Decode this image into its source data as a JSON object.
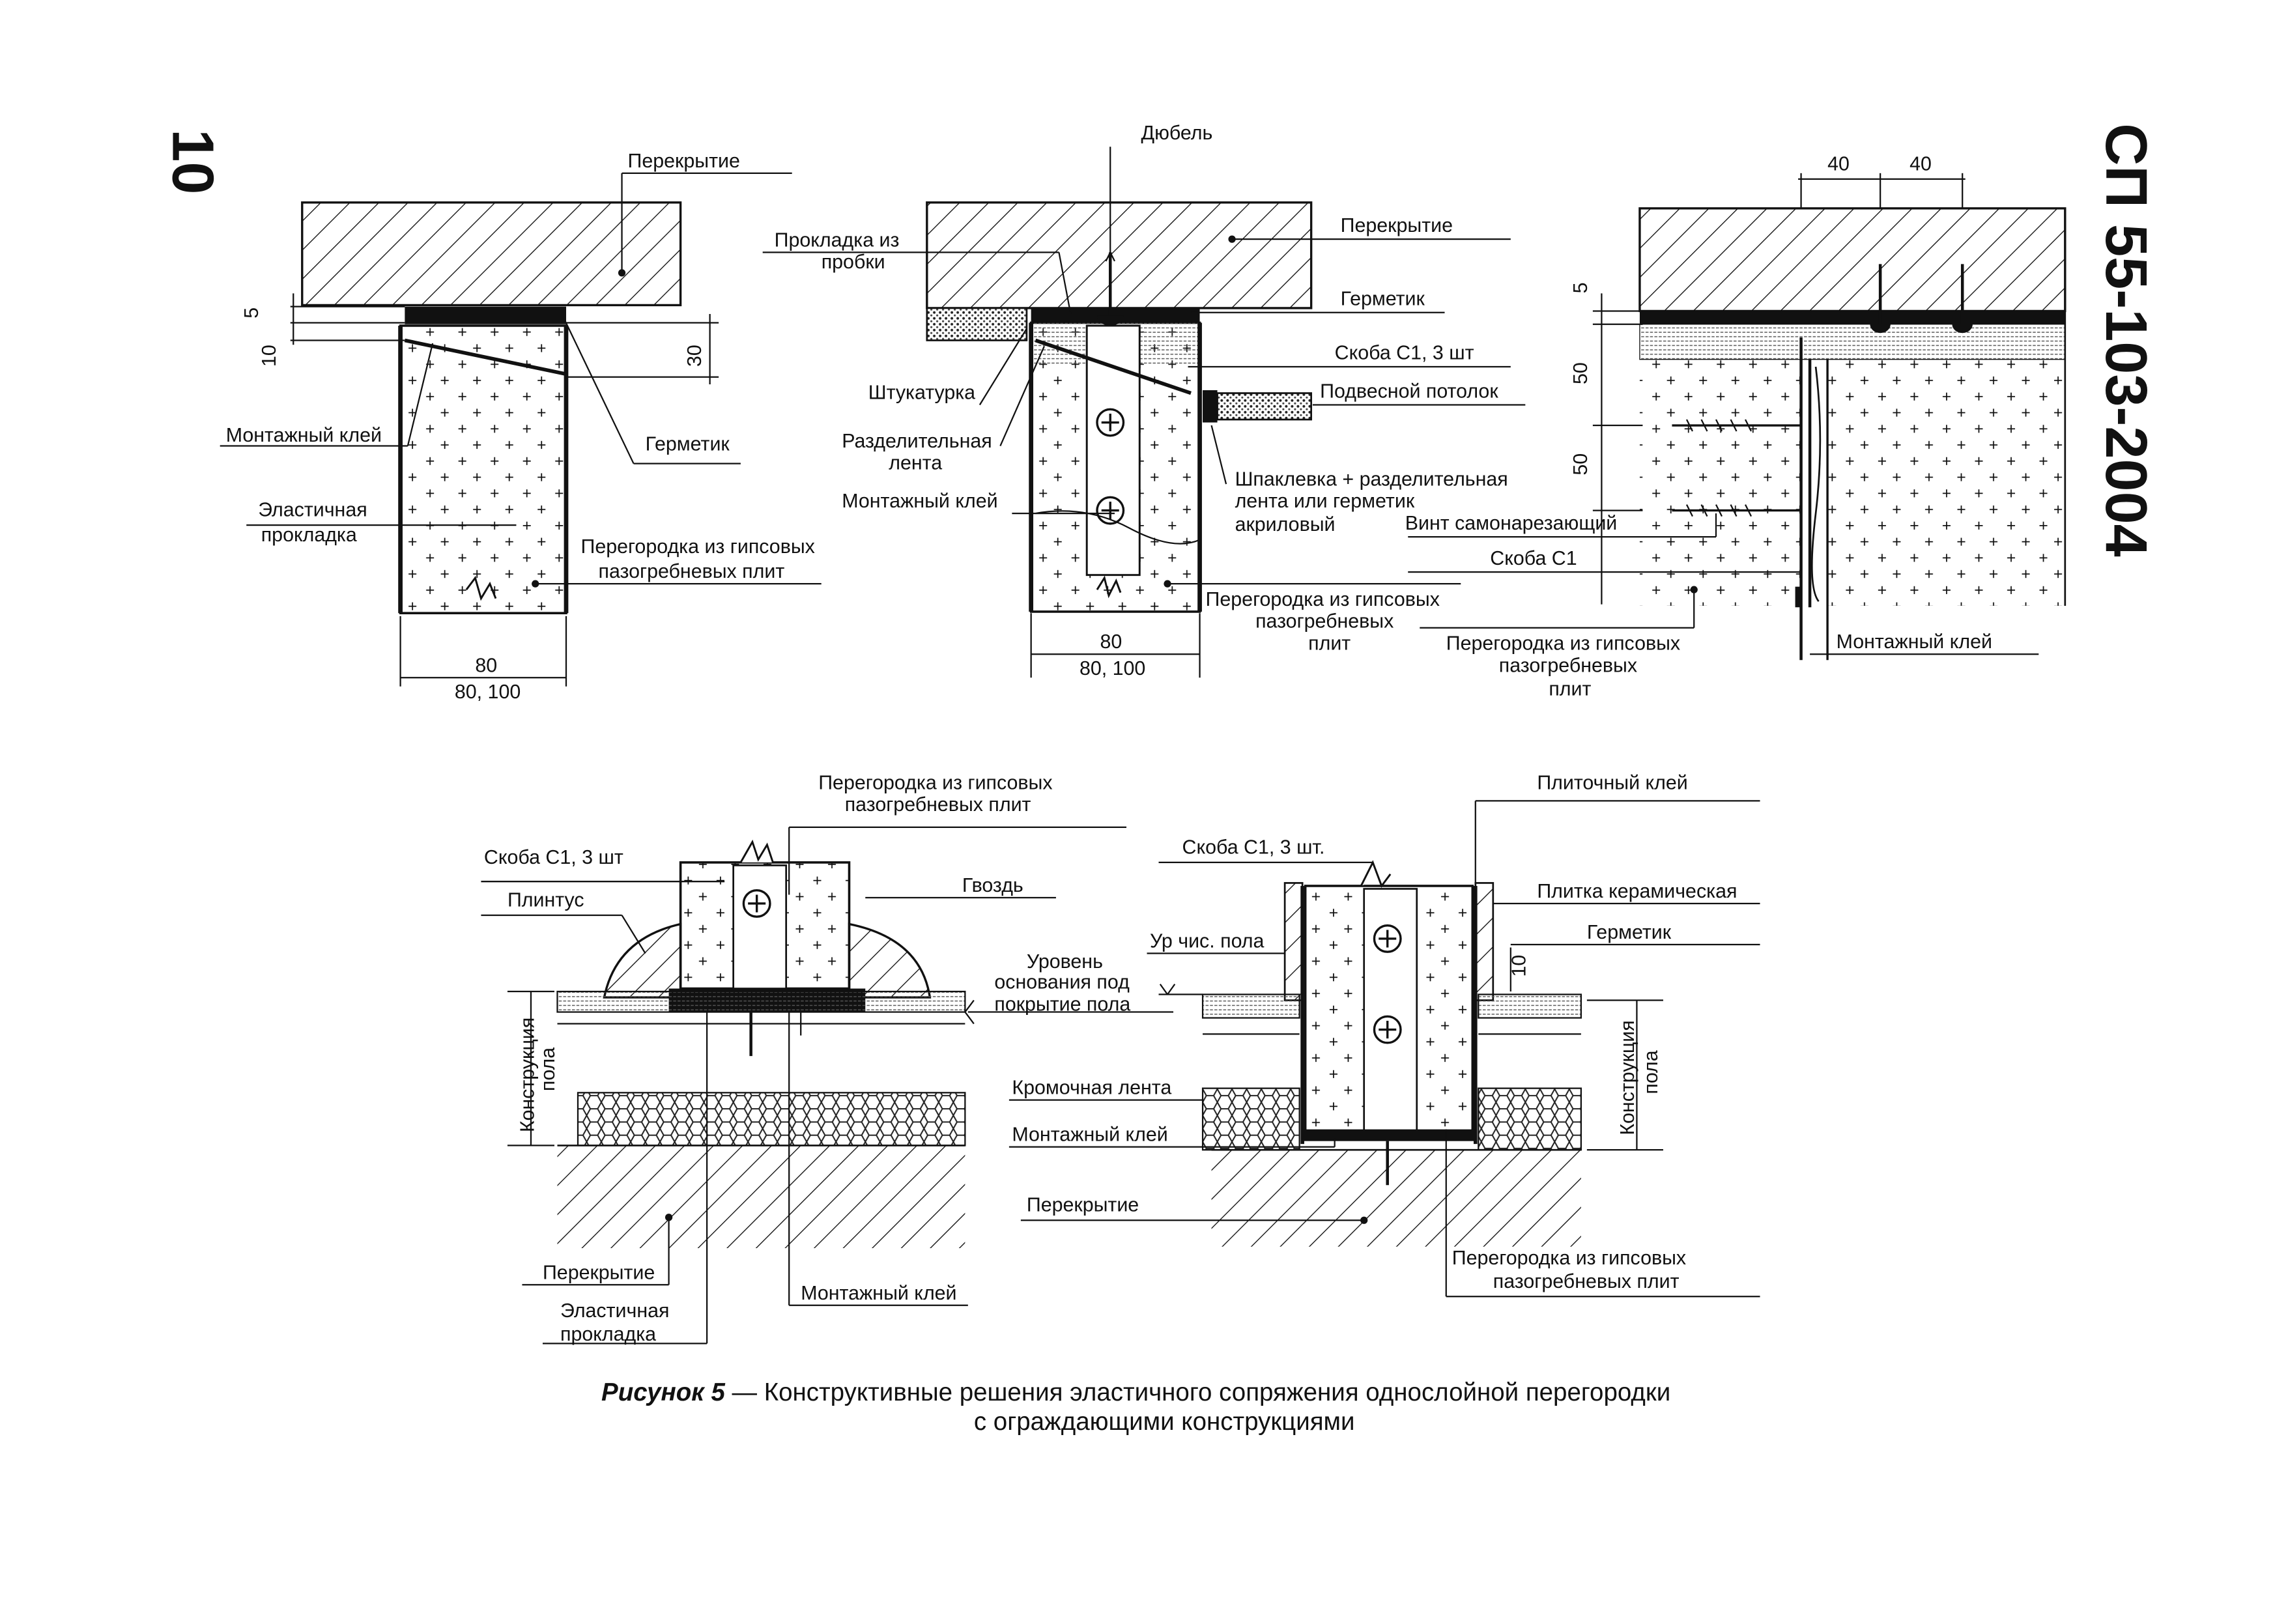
{
  "page": {
    "number": "10",
    "doc_code": "СП 55-103-2004"
  },
  "caption": {
    "prefix": "Рисунок 5",
    "line1": " — Конструктивные решения эластичного сопряжения однослойной перегородки",
    "line2": "с ограждающими конструкциями"
  },
  "diagram1": {
    "perekrytie": "Перекрытие",
    "montazh_klei": "Монтажный клей",
    "germetik": "Герметик",
    "elast_l1": "Эластичная",
    "elast_l2": "прокладка",
    "peregorodka_l1": "Перегородка из гипсовых",
    "peregorodka_l2": "пазогребневых плит",
    "dim_5": "5",
    "dim_10": "10",
    "dim_30": "30",
    "dim_80": "80",
    "dim_80_100": "80, 100"
  },
  "diagram2": {
    "dubel": "Дюбель",
    "prokladka_l1": "Прокладка из",
    "prokladka_l2": "пробки",
    "perekrytie": "Перекрытие",
    "germetik": "Герметик",
    "skoba": "Скоба С1, 3 шт",
    "podvesnoi": "Подвесной потолок",
    "shtukaturka": "Штукатурка",
    "razdel_l1": "Разделительная",
    "razdel_l2": "лента",
    "montazh_klei": "Монтажный клей",
    "shpaklevka_l1": "Шпаклевка + разделительная",
    "shpaklevka_l2": "лента или герметик",
    "shpaklevka_l3": "акриловый",
    "peregorodka_l1": "Перегородка из гипсовых",
    "peregorodka_l2": "пазогребневых",
    "peregorodka_l3": "плит",
    "dim_80": "80",
    "dim_80_100": "80, 100"
  },
  "diagram3": {
    "dim_40a": "40",
    "dim_40b": "40",
    "dim_5": "5",
    "dim_50a": "50",
    "dim_50b": "50",
    "vint": "Винт самонарезающий",
    "skoba": "Скоба С1",
    "peregorodka_l1": "Перегородка из гипсовых",
    "peregorodka_l2": "пазогребневых",
    "peregorodka_l3": "плит",
    "montazh_klei": "Монтажный клей"
  },
  "diagram4": {
    "peregorodka_l1": "Перегородка из гипсовых",
    "peregorodka_l2": "пазогребневых плит",
    "skoba": "Скоба С1, 3 шт",
    "plintus": "Плинтус",
    "gvozd": "Гвоздь",
    "uroven_l1": "Уровень",
    "uroven_l2": "основания под",
    "uroven_l3": "покрытие пола",
    "konstr_l1": "Конструкция",
    "konstr_l2": "пола",
    "perekrytie": "Перекрытие",
    "montazh_klei": "Монтажный клей",
    "elast_l1": "Эластичная",
    "elast_l2": "прокладка"
  },
  "diagram5": {
    "plitochny": "Плиточный клей",
    "skoba": "Скоба С1, 3 шт.",
    "plitka": "Плитка керамическая",
    "germetik": "Герметик",
    "ur_chis": "Ур  чис. пола",
    "dim_10": "10",
    "konstr_l1": "Конструкция",
    "konstr_l2": "пола",
    "kromochnaya": "Кромочная лента",
    "montazh_klei": "Монтажный клей",
    "perekrytie": "Перекрытие",
    "peregorodka_l1": "Перегородка из гипсовых",
    "peregorodka_l2": "пазогребневых плит"
  }
}
